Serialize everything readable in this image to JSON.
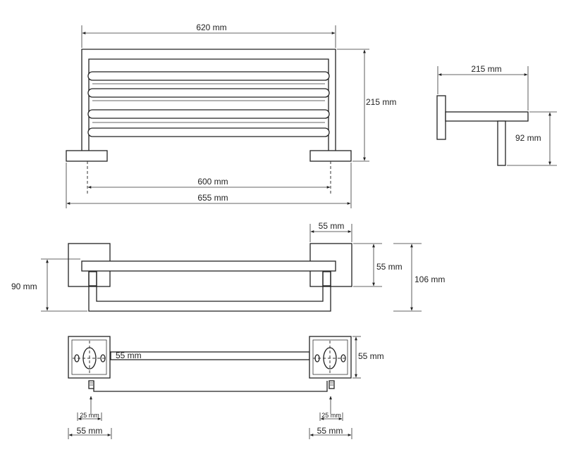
{
  "dimensions": {
    "front_top_width": "620 mm",
    "front_height": "215 mm",
    "front_mount_spacing": "600 mm",
    "front_total_width": "655 mm",
    "side_depth": "215 mm",
    "side_height": "92 mm",
    "top_flange_width": "55 mm",
    "top_flange_height": "55 mm",
    "top_total_height": "106 mm",
    "top_left_height": "90 mm",
    "bottom_inner_width": "55 mm",
    "bottom_right_height": "55 mm",
    "bottom_left_offset": "25 mm",
    "bottom_right_offset": "25 mm",
    "bottom_left_width": "55 mm",
    "bottom_right_width": "55 mm"
  },
  "colors": {
    "line": "#222222",
    "background": "#ffffff"
  }
}
